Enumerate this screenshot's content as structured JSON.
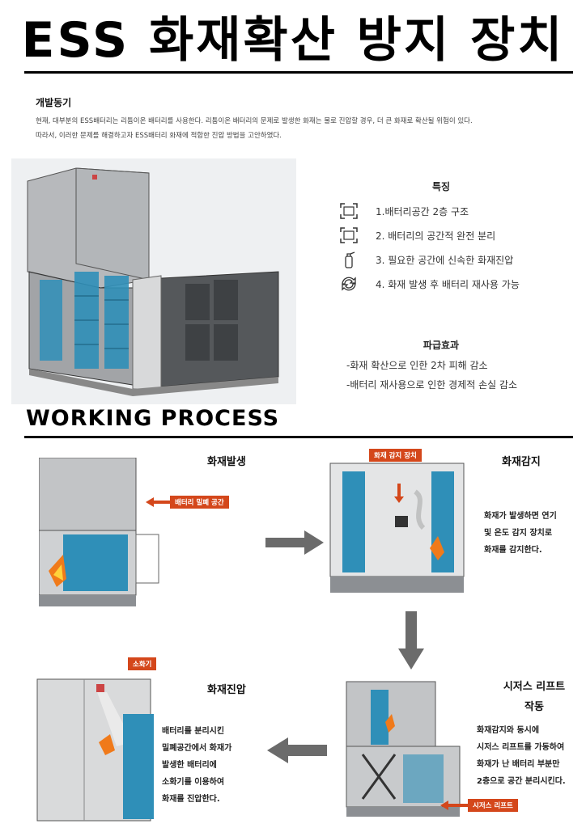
{
  "title": "ESS 화재확산 방지 장치",
  "motivation": {
    "heading": "개발동기",
    "line1": "현재, 대부분의 ESS배터리는 리튬이온 배터리를 사용한다. 리튬이온 배터리의 문제로 발생한 화재는 물로 진압할 경우, 더 큰 화재로 확산될 위험이 있다.",
    "line2": "따라서, 이러한 문제를 해결하고자 ESS배터리 화재에 적합한 진압 방법을 고안하였다."
  },
  "features": {
    "heading": "특징",
    "items": [
      {
        "icon": "frame-icon",
        "label": "1.배터리공간 2층 구조"
      },
      {
        "icon": "frame-icon",
        "label": "2. 배터리의 공간적 완전 분리"
      },
      {
        "icon": "extinguisher-icon",
        "label": "3. 필요한 공간에 신속한 화재진압"
      },
      {
        "icon": "recycle-icon",
        "label": "4. 화재 발생 후 배터리 재사용 가능"
      }
    ]
  },
  "effects": {
    "heading": "파급효과",
    "items": [
      "-화재 확산으로 인한 2차 피해 감소",
      "-배터리 재사용으로 인한 경제적 손실 감소"
    ]
  },
  "process": {
    "heading": "WORKING PROCESS",
    "stage1": {
      "title": "화재발생",
      "tag": "배터리 밀폐 공간"
    },
    "stage2": {
      "title": "화재감지",
      "tag": "화재 감지 장치",
      "desc": [
        "화재가 발생하면 연기",
        "및 온도 감지 장치로",
        "화재를 감지한다."
      ]
    },
    "stage3": {
      "title": "시저스 리프트",
      "title2": "작동",
      "tag": "시저스 리프트",
      "desc": [
        "화재감지와 동시에",
        "시저스 리프트를 가동하여",
        "화재가 난 배터리 부분만",
        "2층으로 공간 분리시킨다."
      ]
    },
    "stage4": {
      "title": "화재진압",
      "tag": "소화기",
      "desc": [
        "배터리를 분리시킨",
        "밀폐공간에서 화재가",
        "발생한 배터리에",
        "소화기를 이용하여",
        "화재를 진압한다."
      ]
    }
  },
  "colors": {
    "accent": "#d4471b",
    "battery": "#2f8fb8",
    "arrow": "#6b6b6b"
  }
}
